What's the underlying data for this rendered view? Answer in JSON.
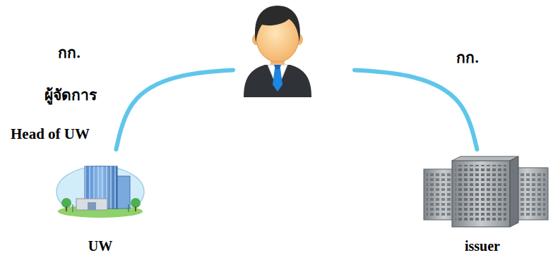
{
  "diagram": {
    "nodes": [
      {
        "text": []
      },
      {
        "text": [
          "UW"
        ]
      },
      {
        "text": [
          "issuer"
        ]
      }
    ],
    "edges": [
      {
        "from": 0,
        "to": 1,
        "arrow": "none"
      },
      {
        "from": 0,
        "to": 2,
        "arrow": "none"
      }
    ],
    "labels": [
      "กก.",
      "ผู้จัดการ",
      "Head of UW",
      "กก."
    ]
  }
}
